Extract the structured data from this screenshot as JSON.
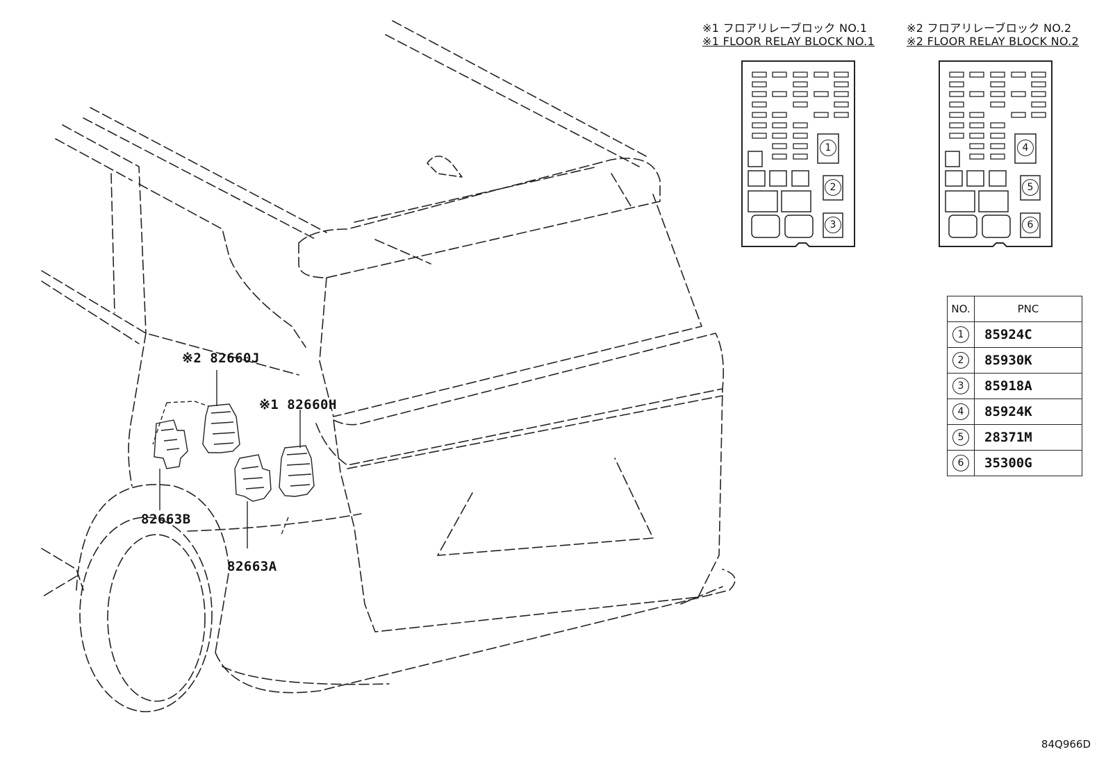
{
  "headers": {
    "block1_jp": "※1 フロアリレーブロック NO.1",
    "block1_en": "※1 FLOOR RELAY BLOCK NO.1",
    "block2_jp": "※2 フロアリレーブロック NO.2",
    "block2_en": "※2 FLOOR RELAY BLOCK NO.2"
  },
  "callouts": {
    "part_82660J": "※2 82660J",
    "part_82660H": "※1 82660H",
    "part_82663B": "82663B",
    "part_82663A": "82663A"
  },
  "block_positions": {
    "b1": [
      "1",
      "2",
      "3"
    ],
    "b2": [
      "4",
      "5",
      "6"
    ]
  },
  "table": {
    "headers": {
      "no": "NO.",
      "pnc": "PNC"
    },
    "rows": [
      {
        "no": "1",
        "pnc": "85924C"
      },
      {
        "no": "2",
        "pnc": "85930K"
      },
      {
        "no": "3",
        "pnc": "85918A"
      },
      {
        "no": "4",
        "pnc": "85924K"
      },
      {
        "no": "5",
        "pnc": "28371M"
      },
      {
        "no": "6",
        "pnc": "35300G"
      }
    ]
  },
  "drawing_id": "84Q966D"
}
